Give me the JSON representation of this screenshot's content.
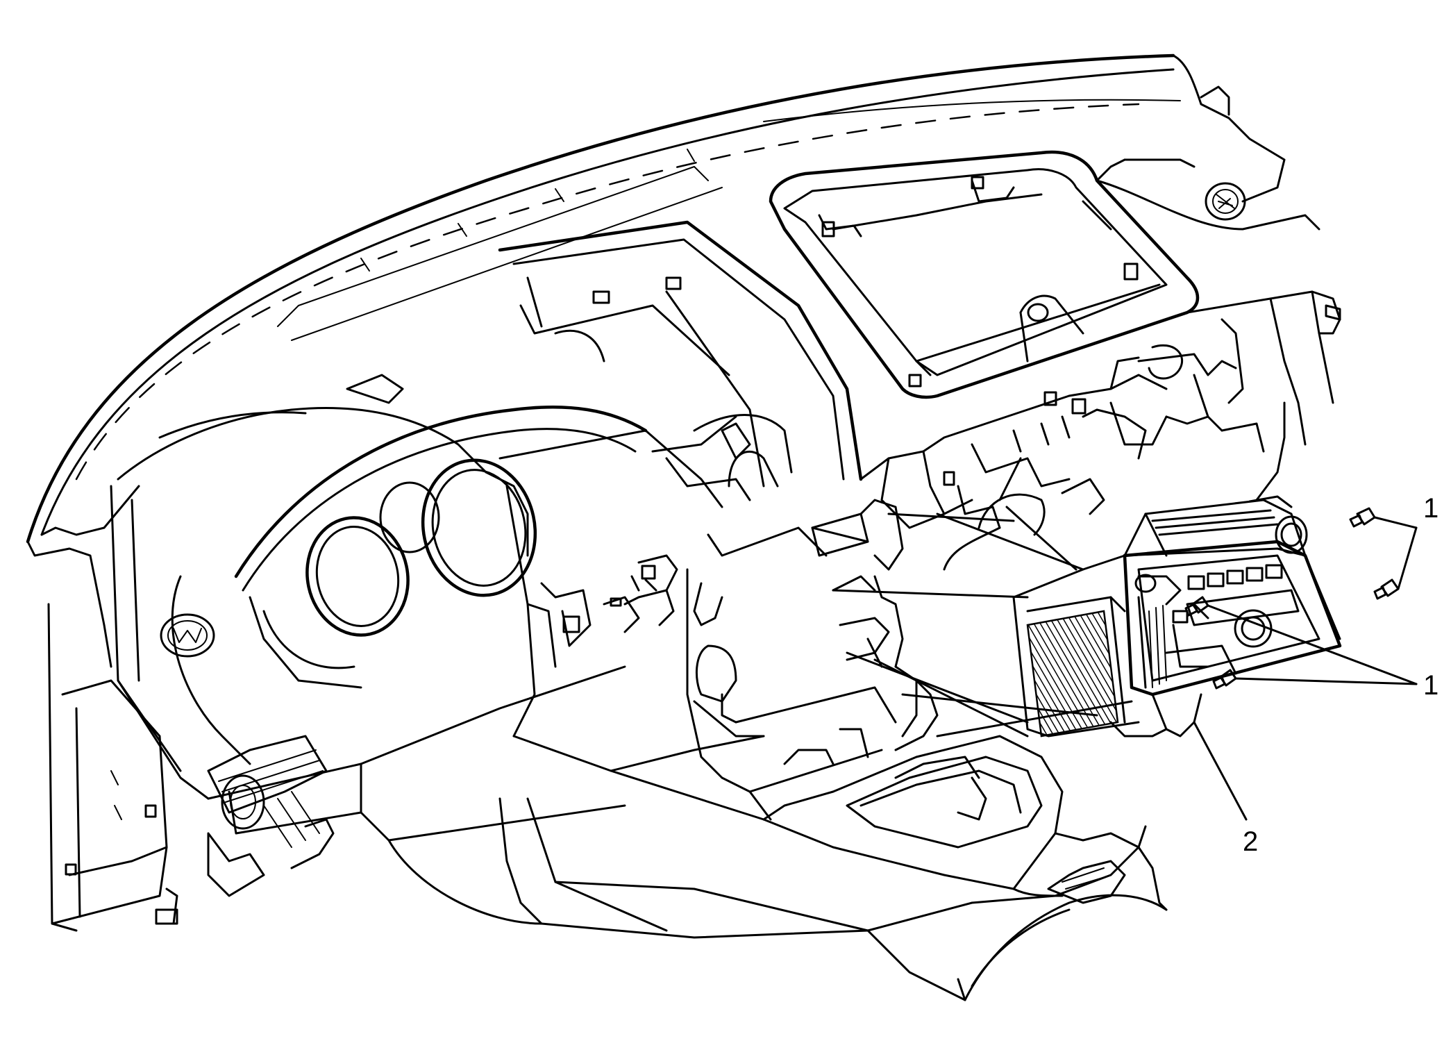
{
  "callouts": {
    "c1_top": "1",
    "c1_mid": "1",
    "c2": "2"
  },
  "colors": {
    "line": "#000000",
    "background": "#ffffff"
  }
}
